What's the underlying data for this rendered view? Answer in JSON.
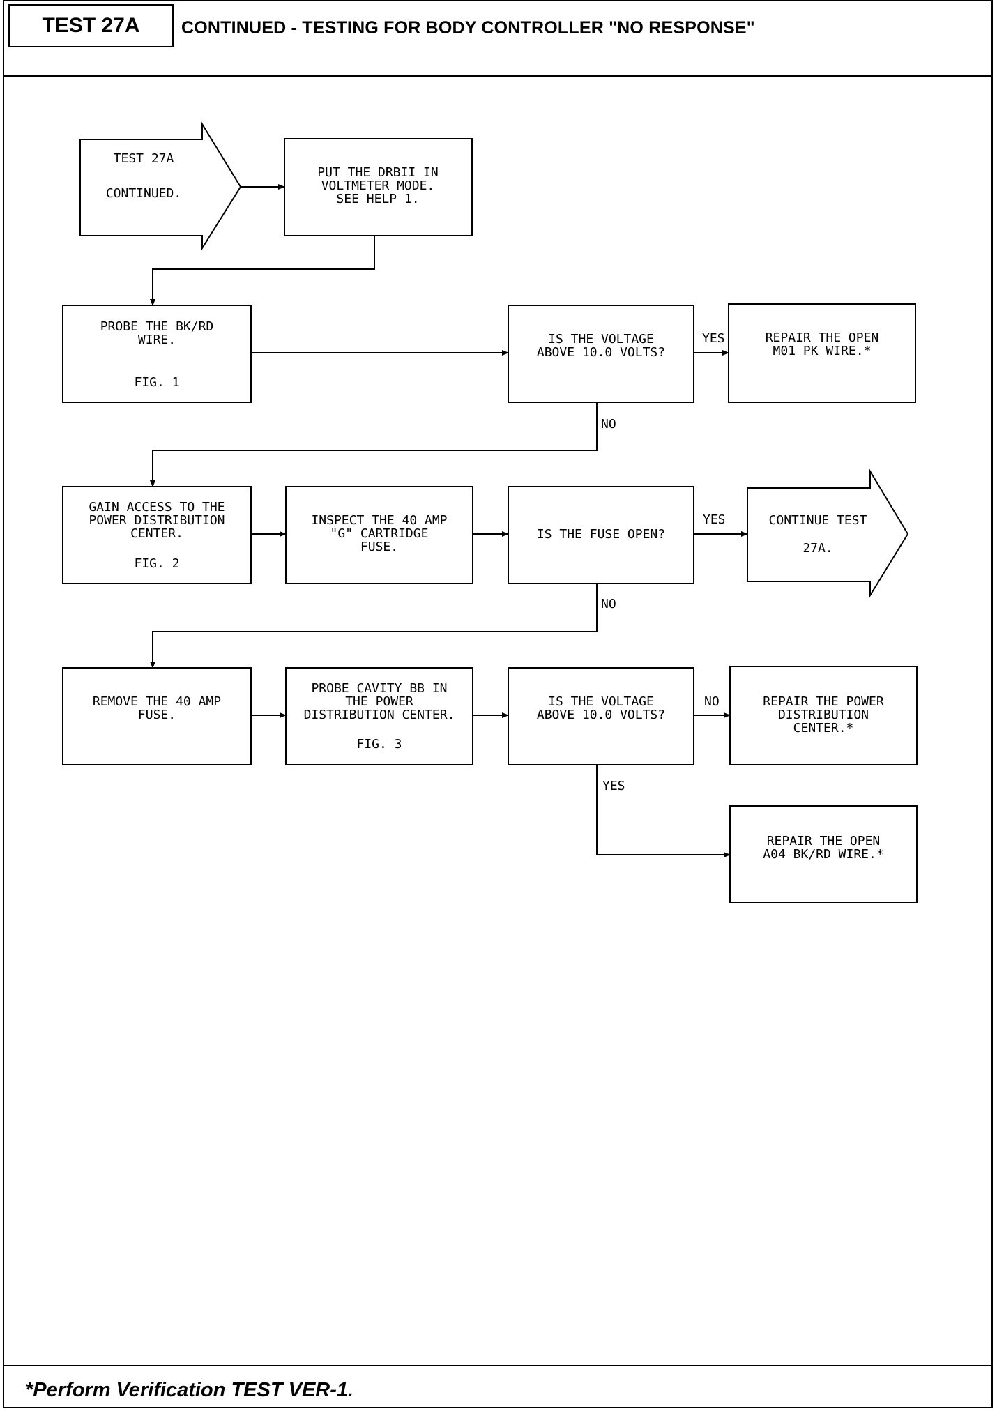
{
  "header": {
    "test_label": "TEST 27A",
    "title": "CONTINUED - TESTING FOR BODY CONTROLLER \"NO RESPONSE\""
  },
  "footer": {
    "note": "*Perform Verification TEST VER-1."
  },
  "flowchart": {
    "start": [
      "TEST 27A",
      "CONTINUED."
    ],
    "step_drbii": [
      "PUT THE DRBII IN",
      "VOLTMETER MODE.",
      "SEE HELP 1."
    ],
    "step_probe_bkrd": [
      "PROBE THE BK/RD",
      "WIRE.",
      "FIG. 1"
    ],
    "decision_voltage_1": [
      "IS THE VOLTAGE",
      "ABOVE 10.0 VOLTS?"
    ],
    "result_repair_m01": [
      "REPAIR THE OPEN",
      "M01 PK WIRE.*"
    ],
    "step_access_pdc": [
      "GAIN ACCESS TO THE",
      "POWER DISTRIBUTION",
      "CENTER.",
      "FIG. 2"
    ],
    "step_inspect_fuse": [
      "INSPECT THE 40 AMP",
      "\"G\" CARTRIDGE",
      "FUSE."
    ],
    "decision_fuse_open": [
      "IS THE FUSE OPEN?"
    ],
    "result_continue": [
      "CONTINUE TEST",
      "27A."
    ],
    "step_remove_fuse": [
      "REMOVE THE 40 AMP",
      "FUSE."
    ],
    "step_probe_bb": [
      "PROBE CAVITY BB IN",
      "THE POWER",
      "DISTRIBUTION CENTER.",
      "FIG. 3"
    ],
    "decision_voltage_2": [
      "IS THE VOLTAGE",
      "ABOVE 10.0 VOLTS?"
    ],
    "result_repair_pdc": [
      "REPAIR THE POWER",
      "DISTRIBUTION",
      "CENTER.*"
    ],
    "result_repair_a04": [
      "REPAIR THE OPEN",
      "A04 BK/RD WIRE.*"
    ],
    "labels": {
      "yes": "YES",
      "no": "NO"
    }
  }
}
